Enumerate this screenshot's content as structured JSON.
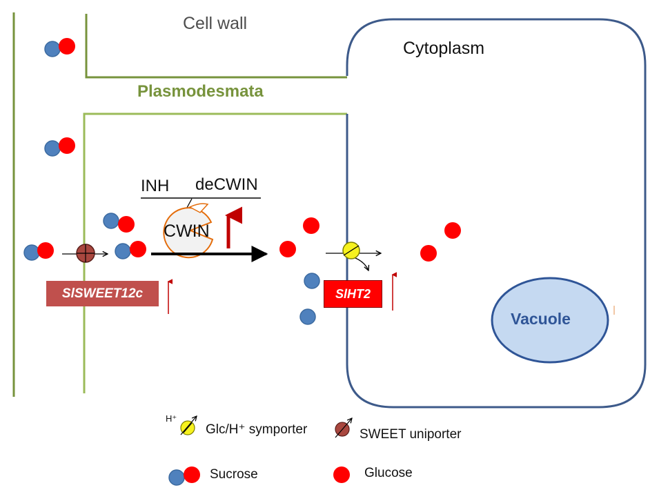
{
  "labels": {
    "cell_wall": "Cell wall",
    "cytoplasm": "Cytoplasm",
    "plasmodesmata": "Plasmodesmata",
    "inh": "INH",
    "decwin": "deCWIN",
    "cwin": "CWIN",
    "vacuole": "Vacuole"
  },
  "genes": {
    "sweet": "SlSWEET12c",
    "ht": "SlHT2"
  },
  "legend": {
    "h_plus": "H⁺",
    "symporter": "Glc/H⁺ symporter",
    "sweet_uniporter": "SWEET uniporter",
    "sucrose": "Sucrose",
    "glucose": "Glucose"
  },
  "colors": {
    "cell_wall_line": "#77933c",
    "cell_membrane": "#3d5a8a",
    "vacuole_fill": "#c5d9f1",
    "vacuole_stroke": "#2f5597",
    "glucose": "#ff0000",
    "fructose_blue": "#4f81bd",
    "sweet_box": "#c0504d",
    "ht_box": "#ff0000",
    "symporter": "#f7f21e",
    "uniporter": "#a9473f",
    "cwin_enzyme": "#e46c0a",
    "upregulation_arrow": "#c00000"
  },
  "icons": {
    "symporter": "yellow-circle-arrow-icon",
    "uniporter": "brown-circle-arrow-icon",
    "sucrose": "blue-red-molecule-icon",
    "glucose": "red-circle-icon"
  }
}
